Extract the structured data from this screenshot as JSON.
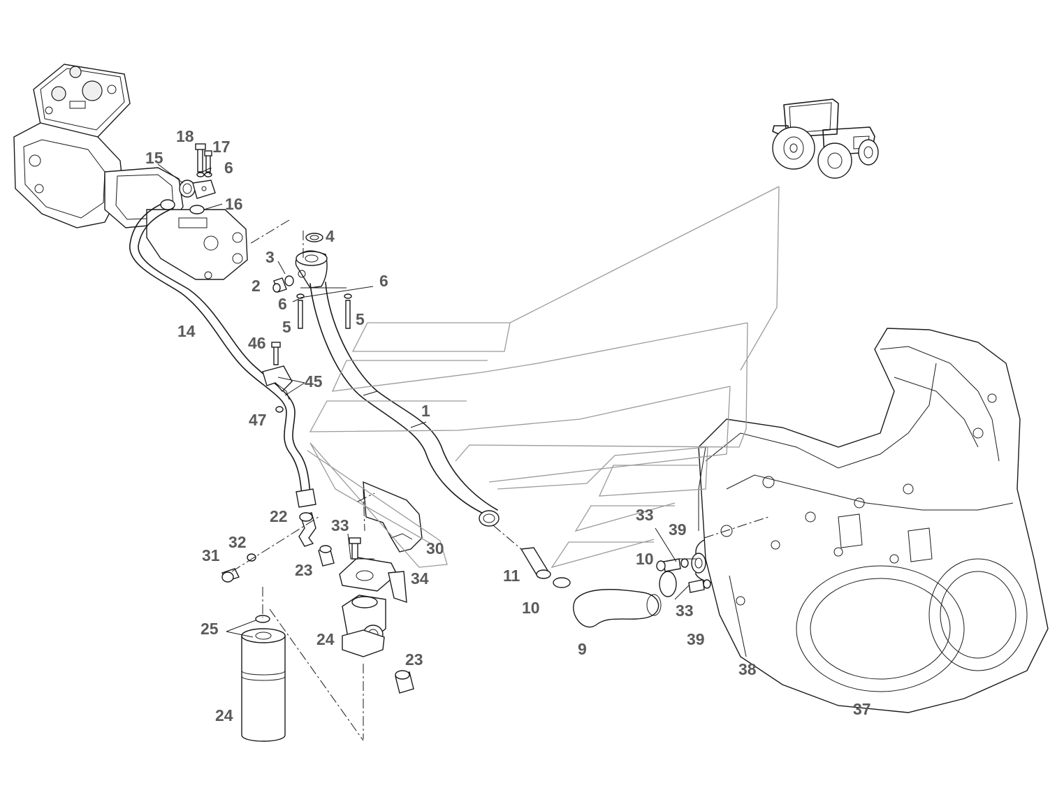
{
  "diagram": {
    "colors": {
      "line": "#1a1a1a",
      "label": "#5a5a5a",
      "guide": "#9a9a9a",
      "background": "#ffffff"
    },
    "icons": {
      "vehicle": "tractor-icon"
    },
    "callouts": {
      "c1": "1",
      "c2": "2",
      "c3": "3",
      "c4": "4",
      "c5a": "5",
      "c5b": "5",
      "c6a": "6",
      "c6b": "6",
      "c6c": "6",
      "c9": "9",
      "c10a": "10",
      "c10b": "10",
      "c11": "11",
      "c14": "14",
      "c15": "15",
      "c16": "16",
      "c17": "17",
      "c18": "18",
      "c22": "22",
      "c23a": "23",
      "c23b": "23",
      "c24a": "24",
      "c24b": "24",
      "c25": "25",
      "c30": "30",
      "c31": "31",
      "c32": "32",
      "c33a": "33",
      "c33b": "33",
      "c33c": "33",
      "c34": "34",
      "c37": "37",
      "c38": "38",
      "c39a": "39",
      "c39b": "39",
      "c45": "45",
      "c46": "46",
      "c47": "47"
    }
  }
}
